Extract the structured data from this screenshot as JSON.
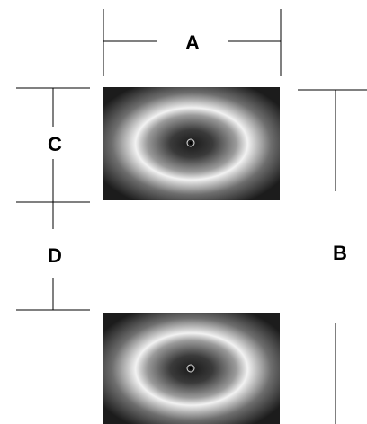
{
  "labels": {
    "a": "A",
    "b": "B",
    "c": "C",
    "d": "D"
  },
  "colors": {
    "lamp_center": "#1a1a1a",
    "lamp_ring": "#f2f2f2",
    "lamp_edge": "#1c1c1c",
    "lines": "#000000"
  }
}
